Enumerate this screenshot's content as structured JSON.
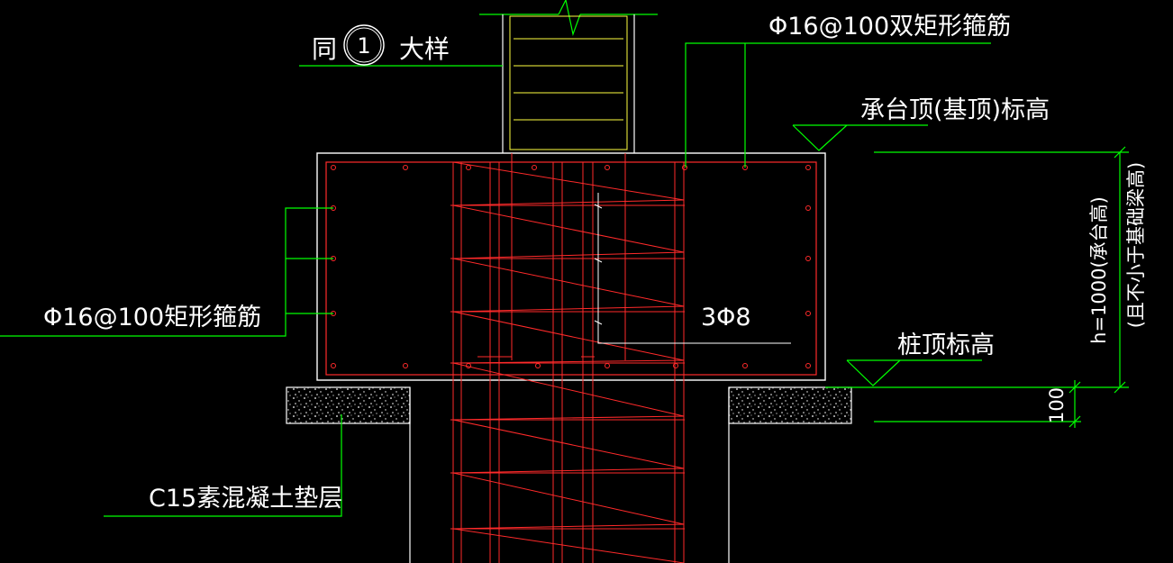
{
  "colors": {
    "background": "#000000",
    "outline": "#ffffff",
    "rebar": "#ff2a2a",
    "leader": "#00ff00",
    "column_rebar": "#ffff40",
    "hatch": "#ffffff"
  },
  "labels": {
    "detail_prefix": "同",
    "detail_number": "1",
    "detail_suffix": "大样",
    "double_stirrup": "Φ16@100双矩形箍筋",
    "cap_top_elevation": "承台顶(基顶)标高",
    "rect_stirrup": "Φ16@100矩形箍筋",
    "rebar_3phi8": "3Φ8",
    "pile_top_elevation": "桩顶标高",
    "cushion": "C15素混凝土垫层",
    "dim_height_line1": "h=1000(承台高)",
    "dim_height_line2": "(且不小于基础梁高)",
    "dim_cushion": "100"
  }
}
